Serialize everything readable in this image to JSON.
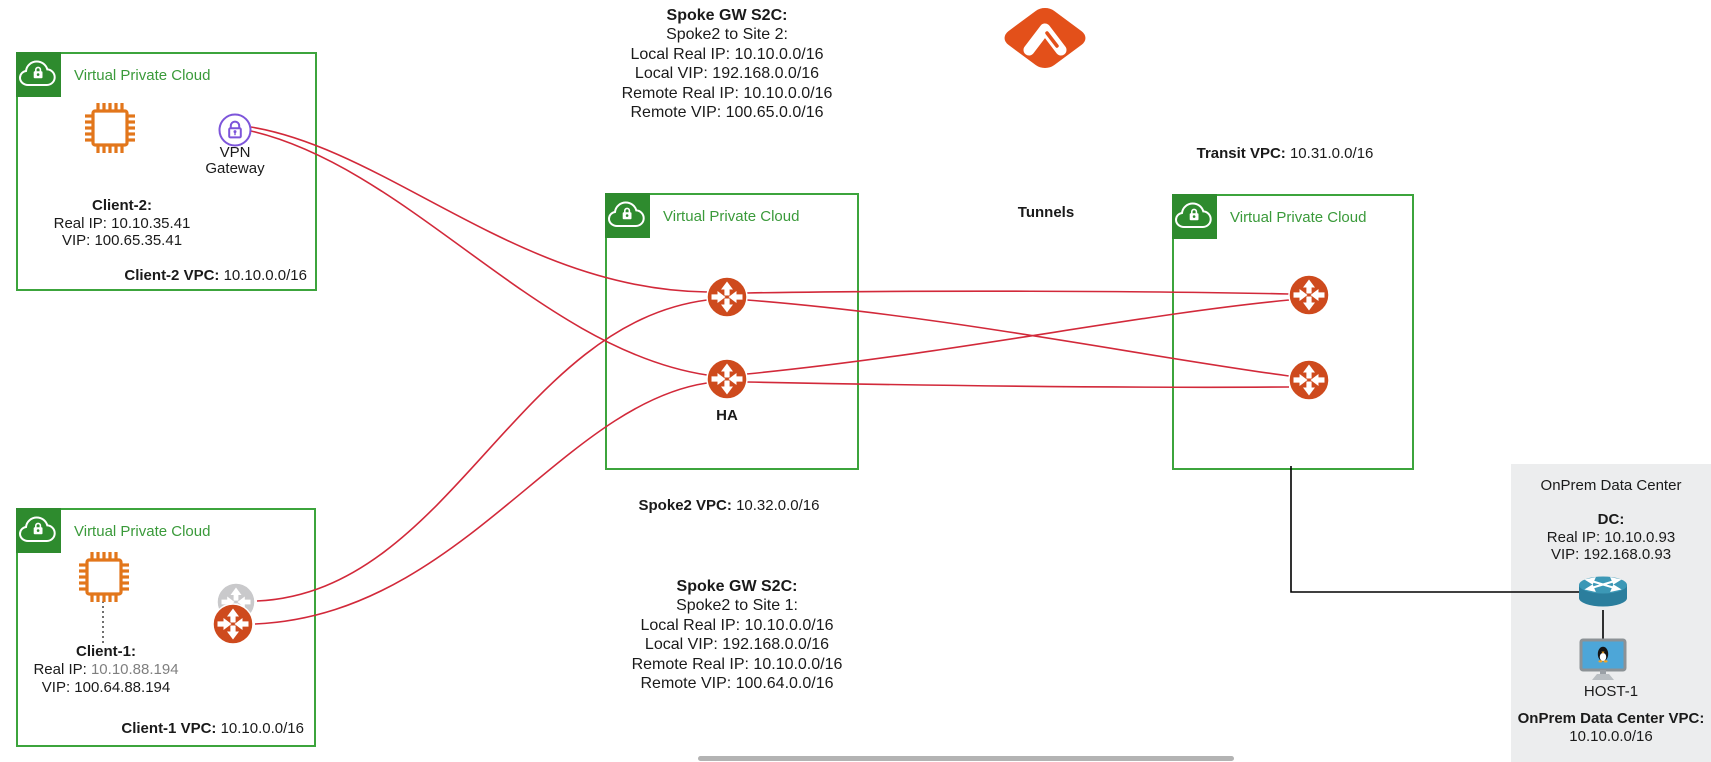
{
  "colors": {
    "green_border": "#3CA43C",
    "green_fill": "#2E8B2E",
    "green_text": "#3A9A3A",
    "gw_orange": "#CE4A1D",
    "gw_gray": "#C9C9CB",
    "chip_orange": "#E2761B",
    "red_line": "#D2293A",
    "purple_vpn": "#7D55DA",
    "logo_orange": "#E3501A",
    "router_blue": "#2B7E9D",
    "router_blue_light": "#3C98B6",
    "screen_blue": "#4DA6D8",
    "onprem_bg": "#ECEDEE",
    "text_gray": "#7F7F7F"
  },
  "client2_box": {
    "title": "Virtual Private Cloud",
    "gw_label_line1": "VPN",
    "gw_label_line2": "Gateway",
    "heading": "Client-2:",
    "real_ip": "Real IP: 10.10.35.41",
    "vip": "VIP: 100.65.35.41",
    "vpc_label": "Client-2 VPC:",
    "vpc_value": "10.10.0.0/16"
  },
  "client1_box": {
    "title": "Virtual Private Cloud",
    "heading": "Client-1:",
    "real_ip_label": "Real IP:",
    "real_ip_value": "10.10.88.194",
    "vip": "VIP: 100.64.88.194",
    "vpc_label": "Client-1 VPC:",
    "vpc_value": "10.10.0.0/16"
  },
  "spoke_box": {
    "title": "Virtual Private Cloud",
    "ha_label": "HA",
    "vpc_label": "Spoke2 VPC:",
    "vpc_value": "10.32.0.0/16"
  },
  "transit_box": {
    "title": "Virtual Private Cloud",
    "vpc_label": "Transit VPC:",
    "vpc_value": "10.31.0.0/16"
  },
  "onprem": {
    "title": "OnPrem Data Center",
    "dc_heading": "DC:",
    "real_ip": "Real IP: 10.10.0.93",
    "vip": "VIP: 192.168.0.93",
    "host_label": "HOST-1",
    "vpc_label": "OnPrem Data Center VPC:",
    "vpc_value": "10.10.0.0/16"
  },
  "notes": {
    "top": {
      "heading": "Spoke GW S2C:",
      "lines": [
        "Spoke2 to Site 2:",
        "Local Real IP: 10.10.0.0/16",
        "Local VIP: 192.168.0.0/16",
        "Remote Real IP: 10.10.0.0/16",
        "Remote VIP: 100.65.0.0/16"
      ]
    },
    "bottom": {
      "heading": "Spoke GW S2C:",
      "lines": [
        "Spoke2 to Site 1:",
        "Local Real IP: 10.10.0.0/16",
        "Local VIP: 192.168.0.0/16",
        "Remote Real IP: 10.10.0.0/16",
        "Remote VIP: 100.64.0.0/16"
      ]
    },
    "tunnels_label": "Tunnels"
  }
}
